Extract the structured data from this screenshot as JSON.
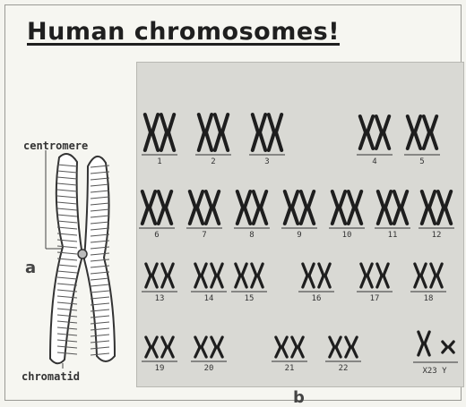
{
  "title": "Human chromosomes!",
  "panel_a": {
    "centromere_label": "centromere",
    "chromatid_label": "chromatid",
    "letter": "a"
  },
  "panel_b": {
    "letter": "b",
    "rows": [
      [
        "1",
        "2",
        "3",
        "4",
        "5"
      ],
      [
        "6",
        "7",
        "8",
        "9",
        "10",
        "11",
        "12"
      ],
      [
        "13",
        "14",
        "15",
        "16",
        "17",
        "18"
      ],
      [
        "19",
        "20",
        "21",
        "22",
        "X",
        "Y"
      ]
    ],
    "sex_label": {
      "x": "X",
      "num": "23",
      "y": "Y"
    }
  }
}
